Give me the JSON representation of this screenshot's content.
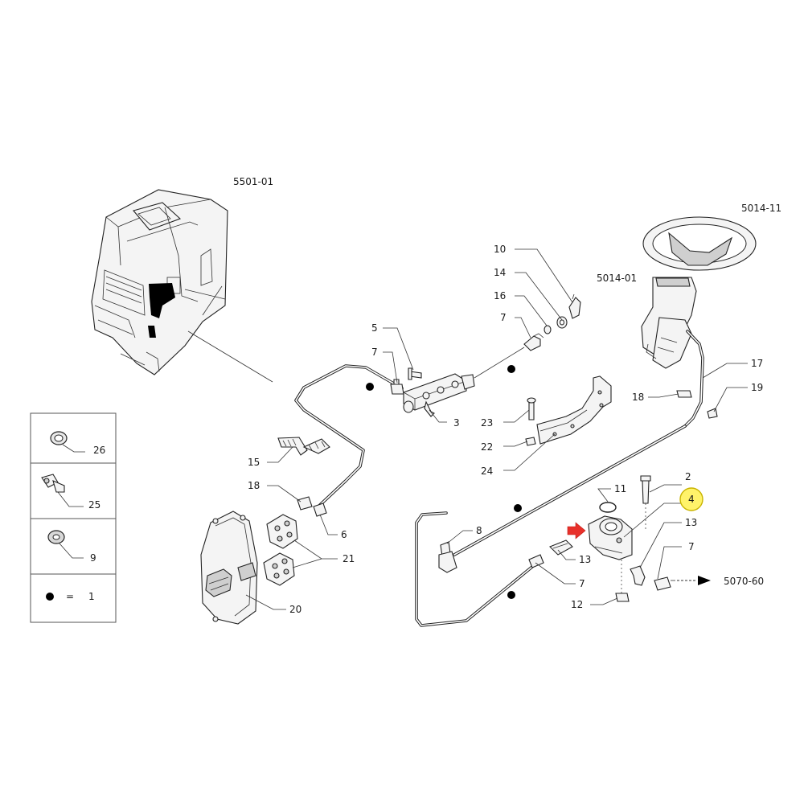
{
  "refs": {
    "cab": "5501-01",
    "steering_wheel": "5014-11",
    "steering_column": "5014-01",
    "outlet": "5070-60"
  },
  "callouts": {
    "c10": "10",
    "c14": "14",
    "c16": "16",
    "c7a": "7",
    "c5": "5",
    "c7b": "7",
    "c3": "3",
    "c23": "23",
    "c22": "22",
    "c24": "24",
    "c17": "17",
    "c18a": "18",
    "c19": "19",
    "c15": "15",
    "c18b": "18",
    "c6": "6",
    "c21": "21",
    "c20": "20",
    "c2": "2",
    "c11": "11",
    "c4": "4",
    "c13a": "13",
    "c13b": "13",
    "c8": "8",
    "c7c": "7",
    "c7d": "7",
    "c12": "12"
  },
  "legend": {
    "items": [
      {
        "number": "26",
        "icon": "o-ring-icon"
      },
      {
        "number": "25",
        "icon": "elbow-fitting-icon"
      },
      {
        "number": "9",
        "icon": "washer-icon"
      }
    ],
    "dot_equals": "=",
    "dot_value": "1"
  },
  "colors": {
    "highlight_fill": "#fff36a",
    "highlight_stroke": "#c9b400",
    "arrow_red": "#e8302a"
  }
}
